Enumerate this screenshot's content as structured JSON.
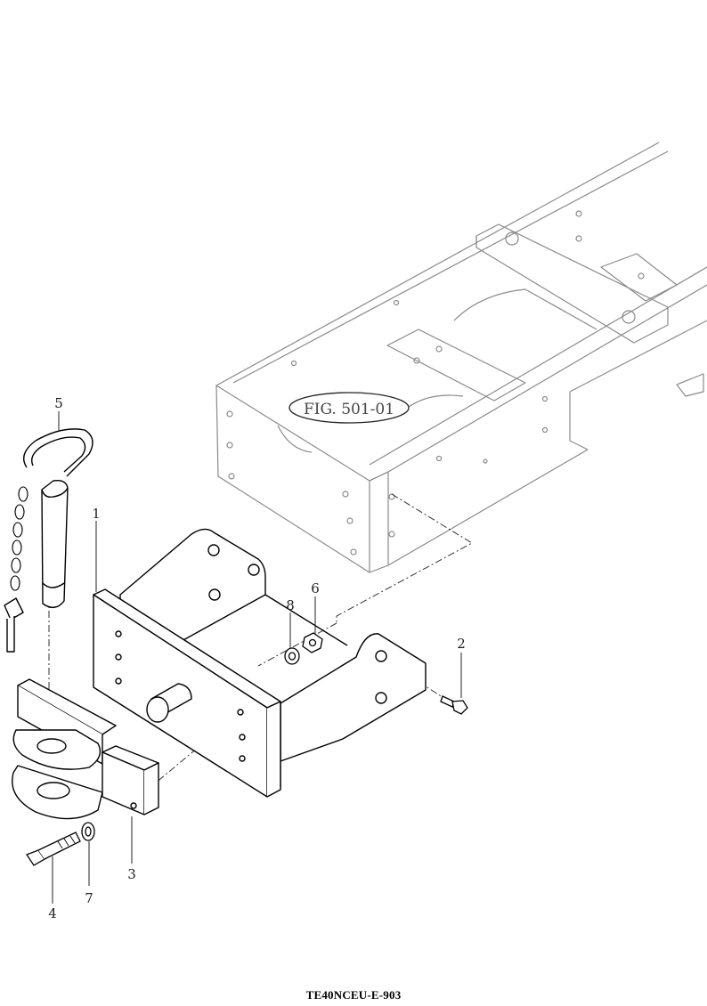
{
  "figure_ref": "FIG. 501-01",
  "doc_code": "TE40NCEU-E-903",
  "callouts": [
    {
      "number": "1"
    },
    {
      "number": "2"
    },
    {
      "number": "3"
    },
    {
      "number": "4"
    },
    {
      "number": "5"
    },
    {
      "number": "6"
    },
    {
      "number": "7"
    },
    {
      "number": "8"
    }
  ],
  "colors": {
    "line": "#000000",
    "ghost": "#8a8a8a",
    "paper": "#ffffff"
  }
}
